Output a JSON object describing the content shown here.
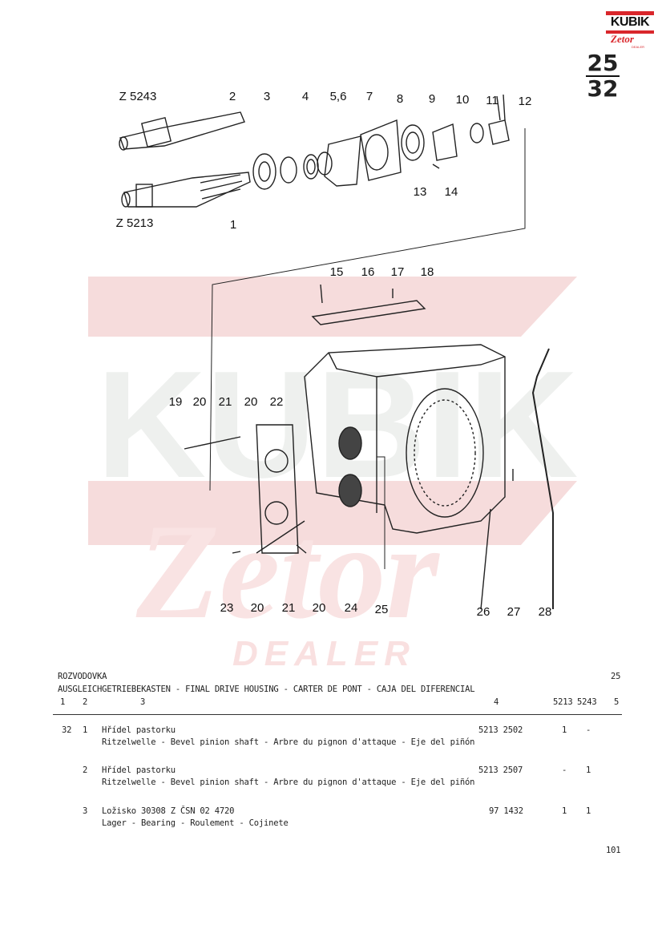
{
  "logo": {
    "brand": "KUBIK",
    "sub": "Zetor",
    "tag": "DEALER",
    "color": "#d9262b"
  },
  "page_ref": {
    "group": "25",
    "figure": "32"
  },
  "diagram": {
    "callouts": [
      "Z 5243",
      "2",
      "3",
      "4",
      "5,6",
      "7",
      "8",
      "9",
      "10",
      "11",
      "12",
      "13",
      "14",
      "Z 5213",
      "1",
      "15",
      "16",
      "17",
      "18",
      "19",
      "20",
      "21",
      "20",
      "22",
      "23",
      "20",
      "21",
      "20",
      "24",
      "25",
      "26",
      "27",
      "28"
    ]
  },
  "watermark": {
    "brand": "KUBIK",
    "sub": "Zetor",
    "tag": "DEALER"
  },
  "table": {
    "section_cz": "ROZVODOVKA",
    "section_no": "25",
    "section_multi": "AUSGLEICHGETRIEBEKASTEN - FINAL DRIVE HOUSING - CARTER DE PONT - CAJA DEL DIFERENCIAL",
    "headers": [
      "1",
      "2",
      "3",
      "4",
      "5213",
      "5243",
      "5"
    ],
    "rows": [
      {
        "fig": "32",
        "pos": "1",
        "name": "Hřídel pastorku",
        "desc": "Ritzelwelle - Bevel pinion shaft - Arbre du pignon d'attaque - Eje del piñón",
        "part": "5213 2502",
        "q5213": "1",
        "q5243": "-"
      },
      {
        "fig": "",
        "pos": "2",
        "name": "Hřídel pastorku",
        "desc": "Ritzelwelle - Bevel pinion shaft - Arbre du pignon d'attaque - Eje del piñón",
        "part": "5213 2507",
        "q5213": "-",
        "q5243": "1"
      },
      {
        "fig": "",
        "pos": "3",
        "name": "Ložisko 30308 Z ČSN 02 4720",
        "desc": "Lager - Bearing - Roulement - Cojinete",
        "part": "97 1432",
        "q5213": "1",
        "q5243": "1"
      }
    ]
  },
  "page_number": "101"
}
